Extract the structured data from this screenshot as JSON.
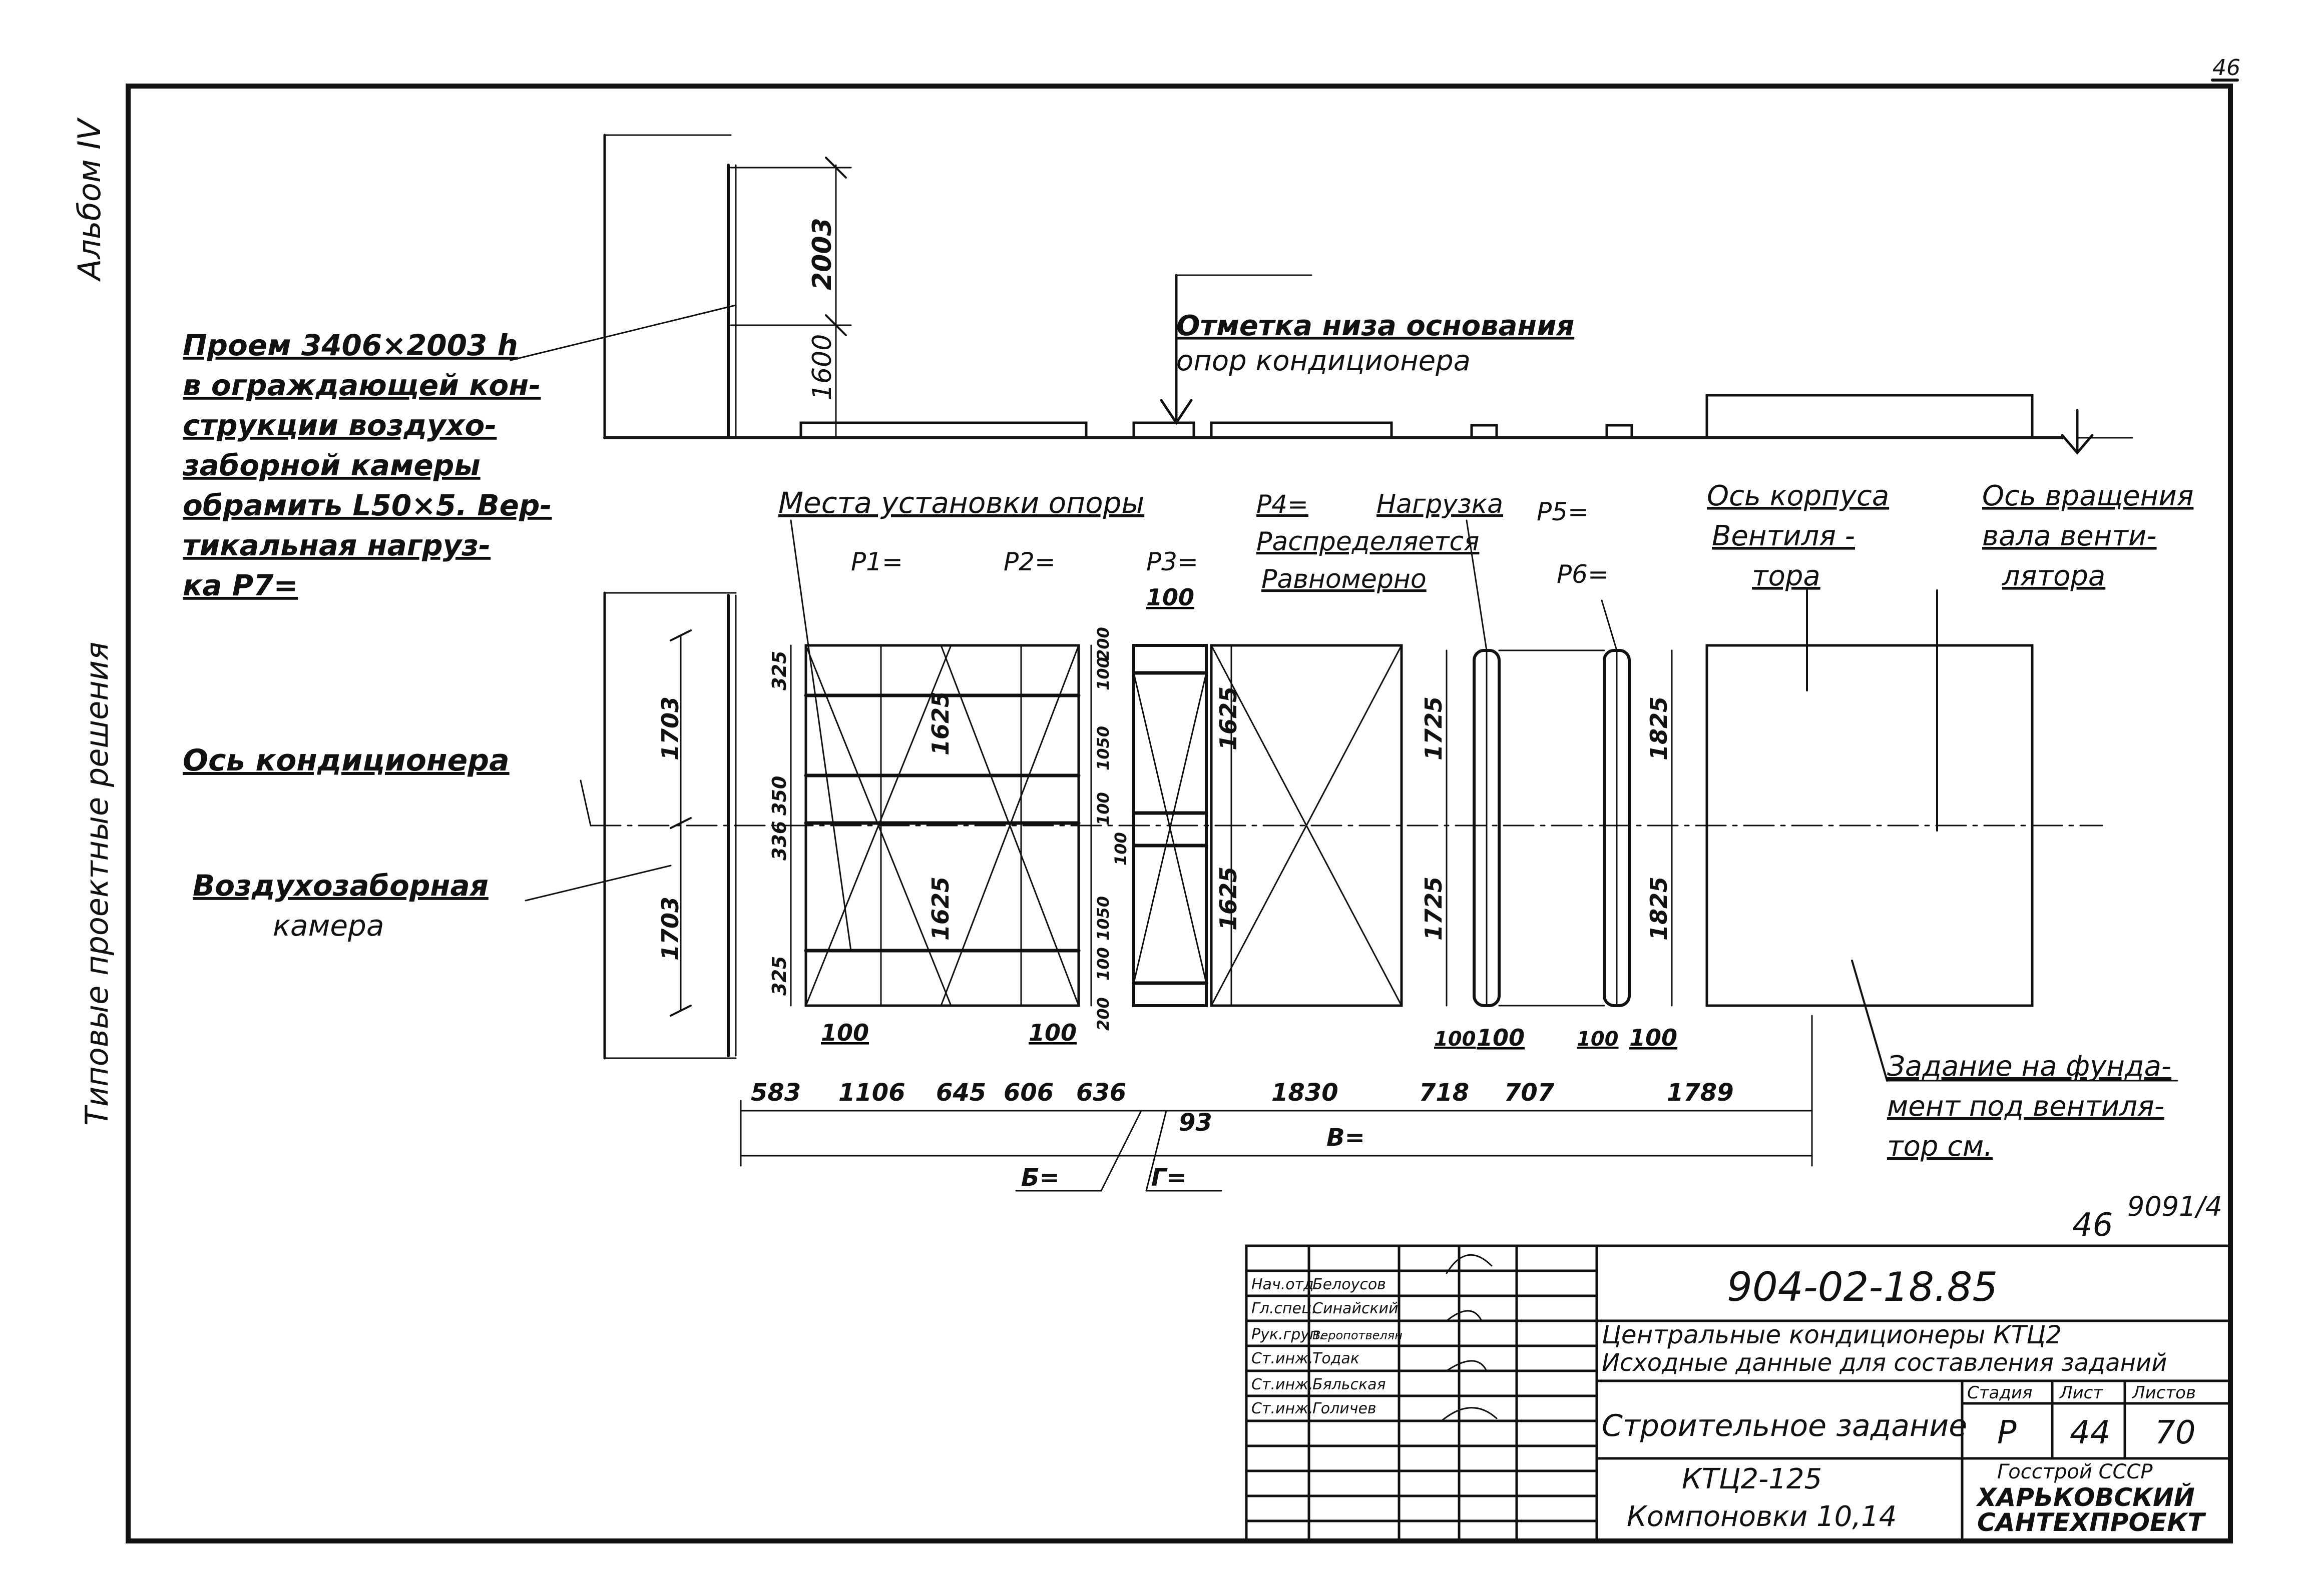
{
  "sheet": {
    "page_number": "46",
    "side_album": "Альбом IV",
    "side_series": "Типовые проектные решения",
    "corner_mark": "46",
    "corner_code": "9091/4"
  },
  "elevation": {
    "opening_note": [
      "Проем 3406×2003 h",
      "в ограждающей кон-",
      "струкции воздухо-",
      "заборной камеры",
      "обрамить L50×5. Вер-",
      "тикальная нагруз-",
      "ка P7="
    ],
    "dim_2003": "2003",
    "dim_1600": "1600",
    "base_mark": [
      "Отметка низа основания",
      "опор кондиционера"
    ]
  },
  "plan": {
    "support_places": "Места установки опоры",
    "p1": "P1=",
    "p2": "P2=",
    "p3": "P3=",
    "p4_label": "P4=",
    "p4_note": [
      "Нагрузка",
      "Распределяется",
      "Равномерно"
    ],
    "p5": "P5=",
    "p6": "P6=",
    "fan_body_axis": [
      "Ось корпуса",
      "Вентиля -",
      "тора"
    ],
    "fan_shaft_axis": [
      "Ось вращения",
      "вала венти-",
      "лятора"
    ],
    "conditioner_axis": "Ось кондиционера",
    "intake_chamber": [
      "Воздухозаборная",
      "камера"
    ],
    "foundation_task": [
      "Задание на фунда-",
      "мент под вентиля-",
      "тор см."
    ],
    "vertical_dims": {
      "d1703_top": "1703",
      "d1703_bot": "1703",
      "d325_top": "325",
      "d350": "350",
      "d336": "336",
      "d325_bot": "325",
      "d1625_a": "1625",
      "d1625_b": "1625",
      "d200_top": "200",
      "d100_top": "100",
      "d1050_top": "1050",
      "d100_mid": "100",
      "d100_mid2": "100",
      "d1050_bot": "1050",
      "d100_bot": "100",
      "d200_bot": "200",
      "d1625_c": "1625",
      "d1625_d": "1625",
      "d1725_top": "1725",
      "d1725_bot": "1725",
      "d1825_top": "1825",
      "d1825_bot": "1825"
    },
    "small_dims": {
      "s100_a": "100",
      "s100_b": "100",
      "s100_c": "100",
      "s100_d": "100",
      "s100_e": "100",
      "s100_f": "100",
      "s100_g": "100"
    },
    "bottom_dims": [
      "583",
      "1106",
      "645",
      "606",
      "636",
      "1830",
      "718",
      "707",
      "1789"
    ],
    "dim_93": "93",
    "dim_B": "В=",
    "dim_b": "Б=",
    "dim_g": "Г="
  },
  "title_block": {
    "doc_code": "904-02-18.85",
    "roles": [
      "Нач.отд.",
      "Гл.спец.",
      "Рук.груп.",
      "Ст.инж.",
      "Ст.инж.",
      "Ст.инж."
    ],
    "names": [
      "Белоусов",
      "Синайский",
      "Веропотвелян",
      "Тодак",
      "Бяльская",
      "Голичев"
    ],
    "title_line1": "Центральные кондиционеры КТЦ2",
    "title_line2": "Исходные данные для составления заданий",
    "sheet_name": "Строительное задание",
    "col_stage": "Стадия",
    "col_sheet": "Лист",
    "col_sheets": "Листов",
    "stage": "Р",
    "sheet_no": "44",
    "sheets_total": "70",
    "model": "КТЦ2-125",
    "layouts": "Компоновки 10,14",
    "org1": "Госстрой СССР",
    "org2": "ХАРЬКОВСКИЙ",
    "org3": "САНТЕХПРОЕКТ"
  }
}
